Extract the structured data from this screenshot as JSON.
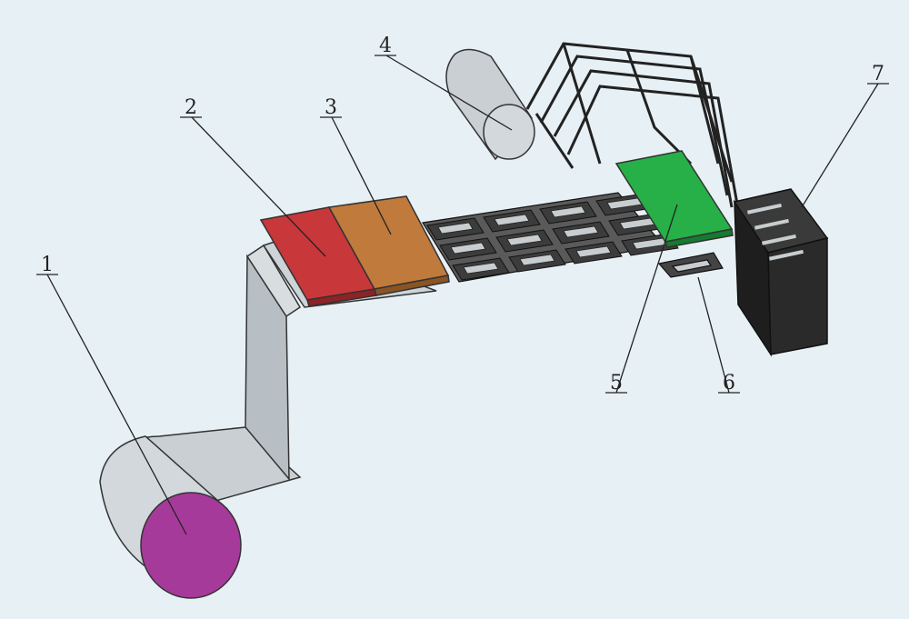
{
  "diagram": {
    "labels": [
      {
        "id": "1",
        "text": "1"
      },
      {
        "id": "2",
        "text": "2"
      },
      {
        "id": "3",
        "text": "3"
      },
      {
        "id": "4",
        "text": "4"
      },
      {
        "id": "5",
        "text": "5"
      },
      {
        "id": "6",
        "text": "6"
      },
      {
        "id": "7",
        "text": "7"
      }
    ]
  },
  "colors": {
    "background": "#e7f0f4",
    "roll_end": "#a63a9a",
    "strip": "#c9cfd3",
    "red_block": "#c8373a",
    "brown_block": "#c07a3c",
    "green_block": "#27b048",
    "dark_parts": "#2a2a2a",
    "roller": "#c9cfd3"
  }
}
